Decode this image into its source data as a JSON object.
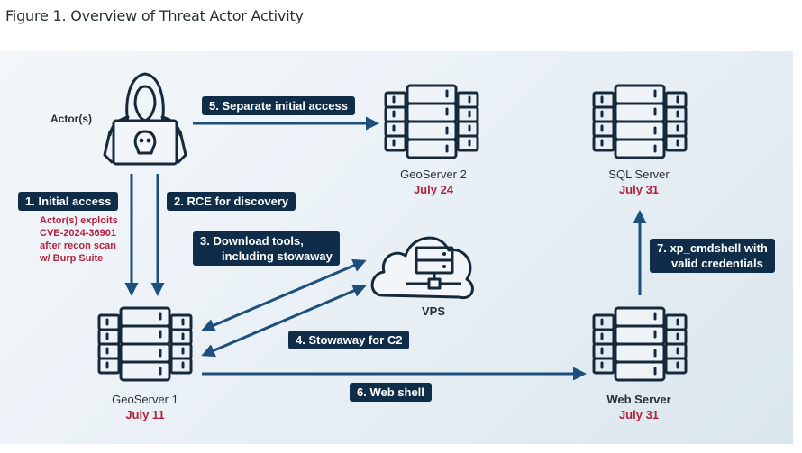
{
  "figure_title": "Figure 1. Overview of Threat Actor Activity",
  "colors": {
    "label_bg": "#0f2d48",
    "arrow": "#1c4f7c",
    "icon_stroke": "#16293b",
    "date_red": "#b3213d"
  },
  "actor": {
    "label": "Actor(s)",
    "icon": "hooded-hacker-laptop-skull-icon"
  },
  "nodes": {
    "geoserver2": {
      "name": "GeoServer 2",
      "date": "July 24",
      "icon": "server-rack-icon"
    },
    "sql_server": {
      "name": "SQL Server",
      "date": "July 31",
      "icon": "server-rack-icon"
    },
    "vps": {
      "name": "VPS",
      "icon": "cloud-server-icon"
    },
    "geoserver1": {
      "name": "GeoServer 1",
      "date": "July 11",
      "icon": "server-rack-icon"
    },
    "web_server": {
      "name": "Web Server",
      "date": "July 31",
      "icon": "server-rack-icon"
    }
  },
  "steps": [
    {
      "label": "1. Initial access",
      "from": "Actor(s)",
      "to": "GeoServer 1"
    },
    {
      "label": "2. RCE for discovery",
      "from": "Actor(s)",
      "to": "GeoServer 1"
    },
    {
      "label_line1": "3. Download tools,",
      "label_line2": "including stowaway",
      "from": "VPS",
      "to": "GeoServer 1",
      "bidirectional": true
    },
    {
      "label": "4. Stowaway for C2",
      "from": "VPS",
      "to": "GeoServer 1",
      "bidirectional": true
    },
    {
      "label": "5. Separate initial access",
      "from": "Actor(s)",
      "to": "GeoServer 2"
    },
    {
      "label": "6. Web shell",
      "from": "GeoServer 1",
      "to": "Web Server"
    },
    {
      "label_line1": "7. xp_cmdshell with",
      "label_line2": "valid credentials",
      "from": "Web Server",
      "to": "SQL Server"
    }
  ],
  "note_step1": [
    "Actor(s) exploits",
    "CVE-2024-36901",
    "after recon scan",
    "w/ Burp Suite"
  ]
}
